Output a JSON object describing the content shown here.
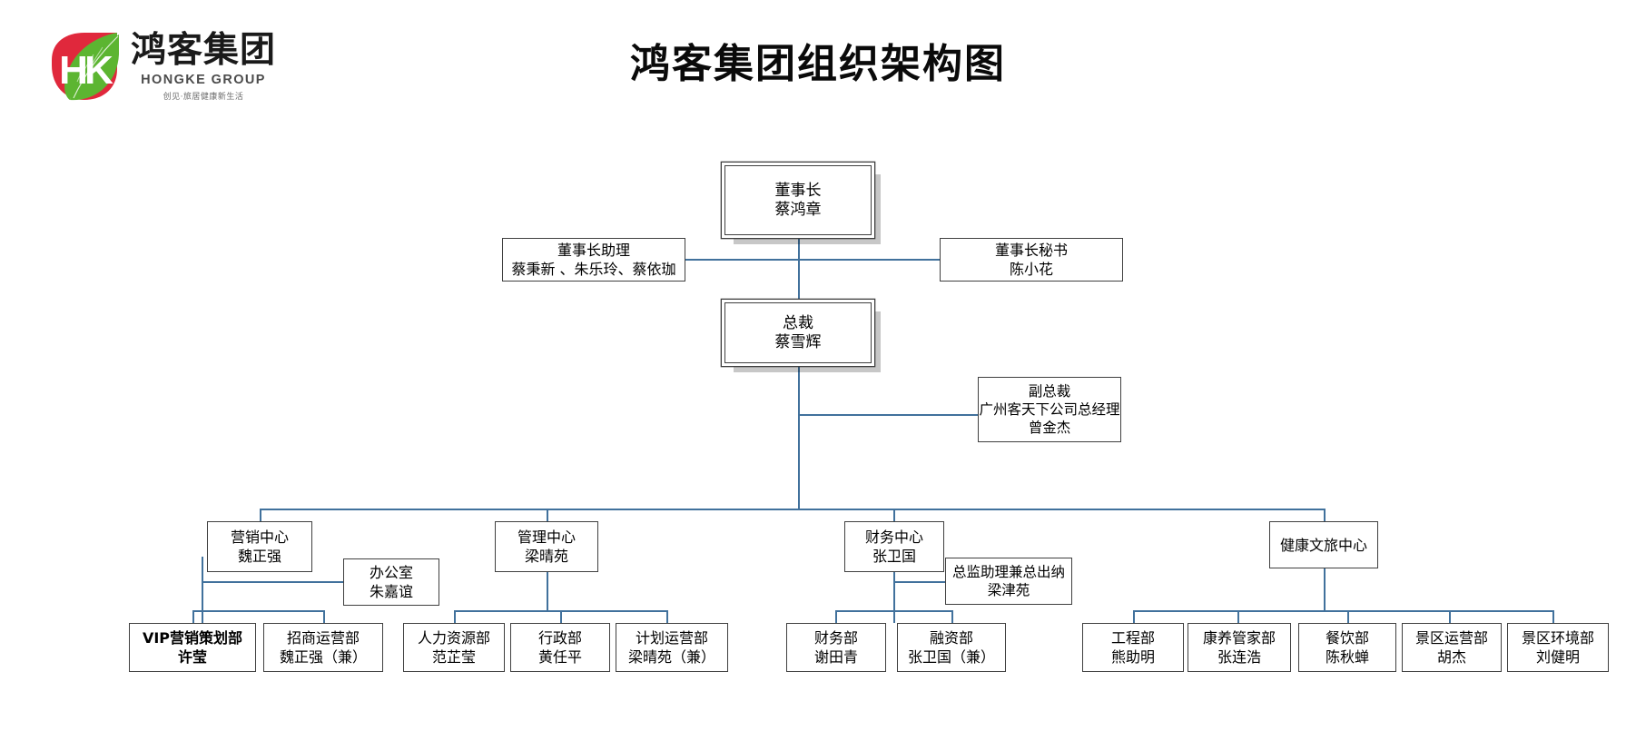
{
  "header": {
    "title": "鸿客集团组织架构图",
    "logo": {
      "name_cn": "鸿客集团",
      "name_en": "HONGKE GROUP",
      "slogan": "创见·旅居健康新生活",
      "monogram": "HK",
      "colors": {
        "red": "#E0283C",
        "green": "#5CB531",
        "text": "#1a1a1a"
      }
    }
  },
  "theme": {
    "connector_color": "#41719C",
    "box_border": "#3f3f3f",
    "box_fill": "#ffffff",
    "shadow": "rgba(0,0,0,0.22)"
  },
  "chart": {
    "type": "org-chart",
    "nodes": {
      "chairman": {
        "title": "董事长",
        "person": "蔡鸿章"
      },
      "chairman_assist": {
        "title": "董事长助理",
        "person": "蔡秉新 、朱乐玲、蔡依珈"
      },
      "chairman_secretary": {
        "title": "董事长秘书",
        "person": "陈小花"
      },
      "president": {
        "title": "总裁",
        "person": "蔡雪辉"
      },
      "vice_president": {
        "title": "副总裁",
        "subtitle": "广州客天下公司总经理",
        "person": "曾金杰"
      },
      "marketing_center": {
        "title": "营销中心",
        "person": "魏正强"
      },
      "office": {
        "title": "办公室",
        "person": "朱嘉谊"
      },
      "management_center": {
        "title": "管理中心",
        "person": "梁晴苑"
      },
      "finance_center": {
        "title": "财务中心",
        "person": "张卫国"
      },
      "chief_cashier": {
        "title": "总监助理兼总出纳",
        "person": "梁津苑"
      },
      "health_center": {
        "title": "健康文旅中心",
        "person": ""
      },
      "vip_marketing": {
        "title": "VIP营销策划部",
        "person": "许莹"
      },
      "investment_ops": {
        "title": "招商运营部",
        "person": "魏正强（兼）"
      },
      "hr_dept": {
        "title": "人力资源部",
        "person": "范芷莹"
      },
      "admin_dept": {
        "title": "行政部",
        "person": "黄任平"
      },
      "planning_ops": {
        "title": "计划运营部",
        "person": "梁晴苑（兼）"
      },
      "finance_dept": {
        "title": "财务部",
        "person": "谢田青"
      },
      "financing_dept": {
        "title": "融资部",
        "person": "张卫国（兼）"
      },
      "engineering_dept": {
        "title": "工程部",
        "person": "熊助明"
      },
      "wellness_dept": {
        "title": "康养管家部",
        "person": "张连浩"
      },
      "catering_dept": {
        "title": "餐饮部",
        "person": "陈秋蝉"
      },
      "scenic_ops_dept": {
        "title": "景区运营部",
        "person": "胡杰"
      },
      "scenic_env_dept": {
        "title": "景区环境部",
        "person": "刘健明"
      }
    }
  }
}
